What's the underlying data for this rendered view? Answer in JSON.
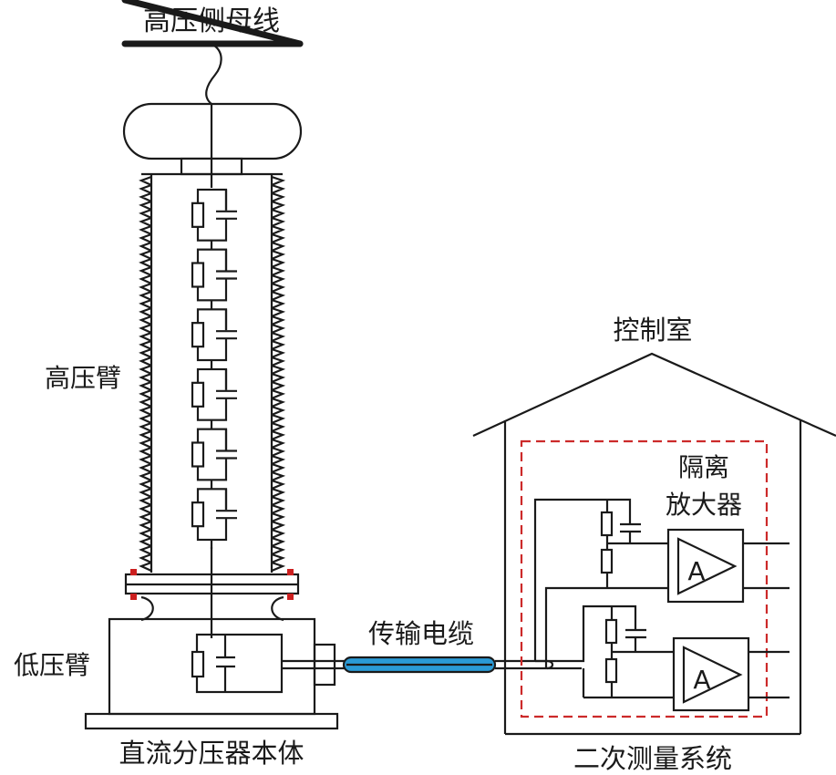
{
  "labels": {
    "busbar": "高压侧母线",
    "high_arm": "高压臂",
    "low_arm": "低压臂",
    "divider_body": "直流分压器本体",
    "cable": "传输电缆",
    "control_room": "控制室",
    "isolation_amp_line1": "隔离",
    "isolation_amp_line2": "放大器",
    "secondary_system": "二次测量系统",
    "amp_top_symbol": "A",
    "amp_bottom_symbol": "A"
  },
  "high_arm_rc_stages": 6,
  "colors": {
    "line": "#1a1a1a",
    "cable_fill": "#2a9ad6",
    "flange_bolt": "#cc1f1f",
    "dashed_box": "#cc2a2a",
    "background": "#ffffff"
  }
}
